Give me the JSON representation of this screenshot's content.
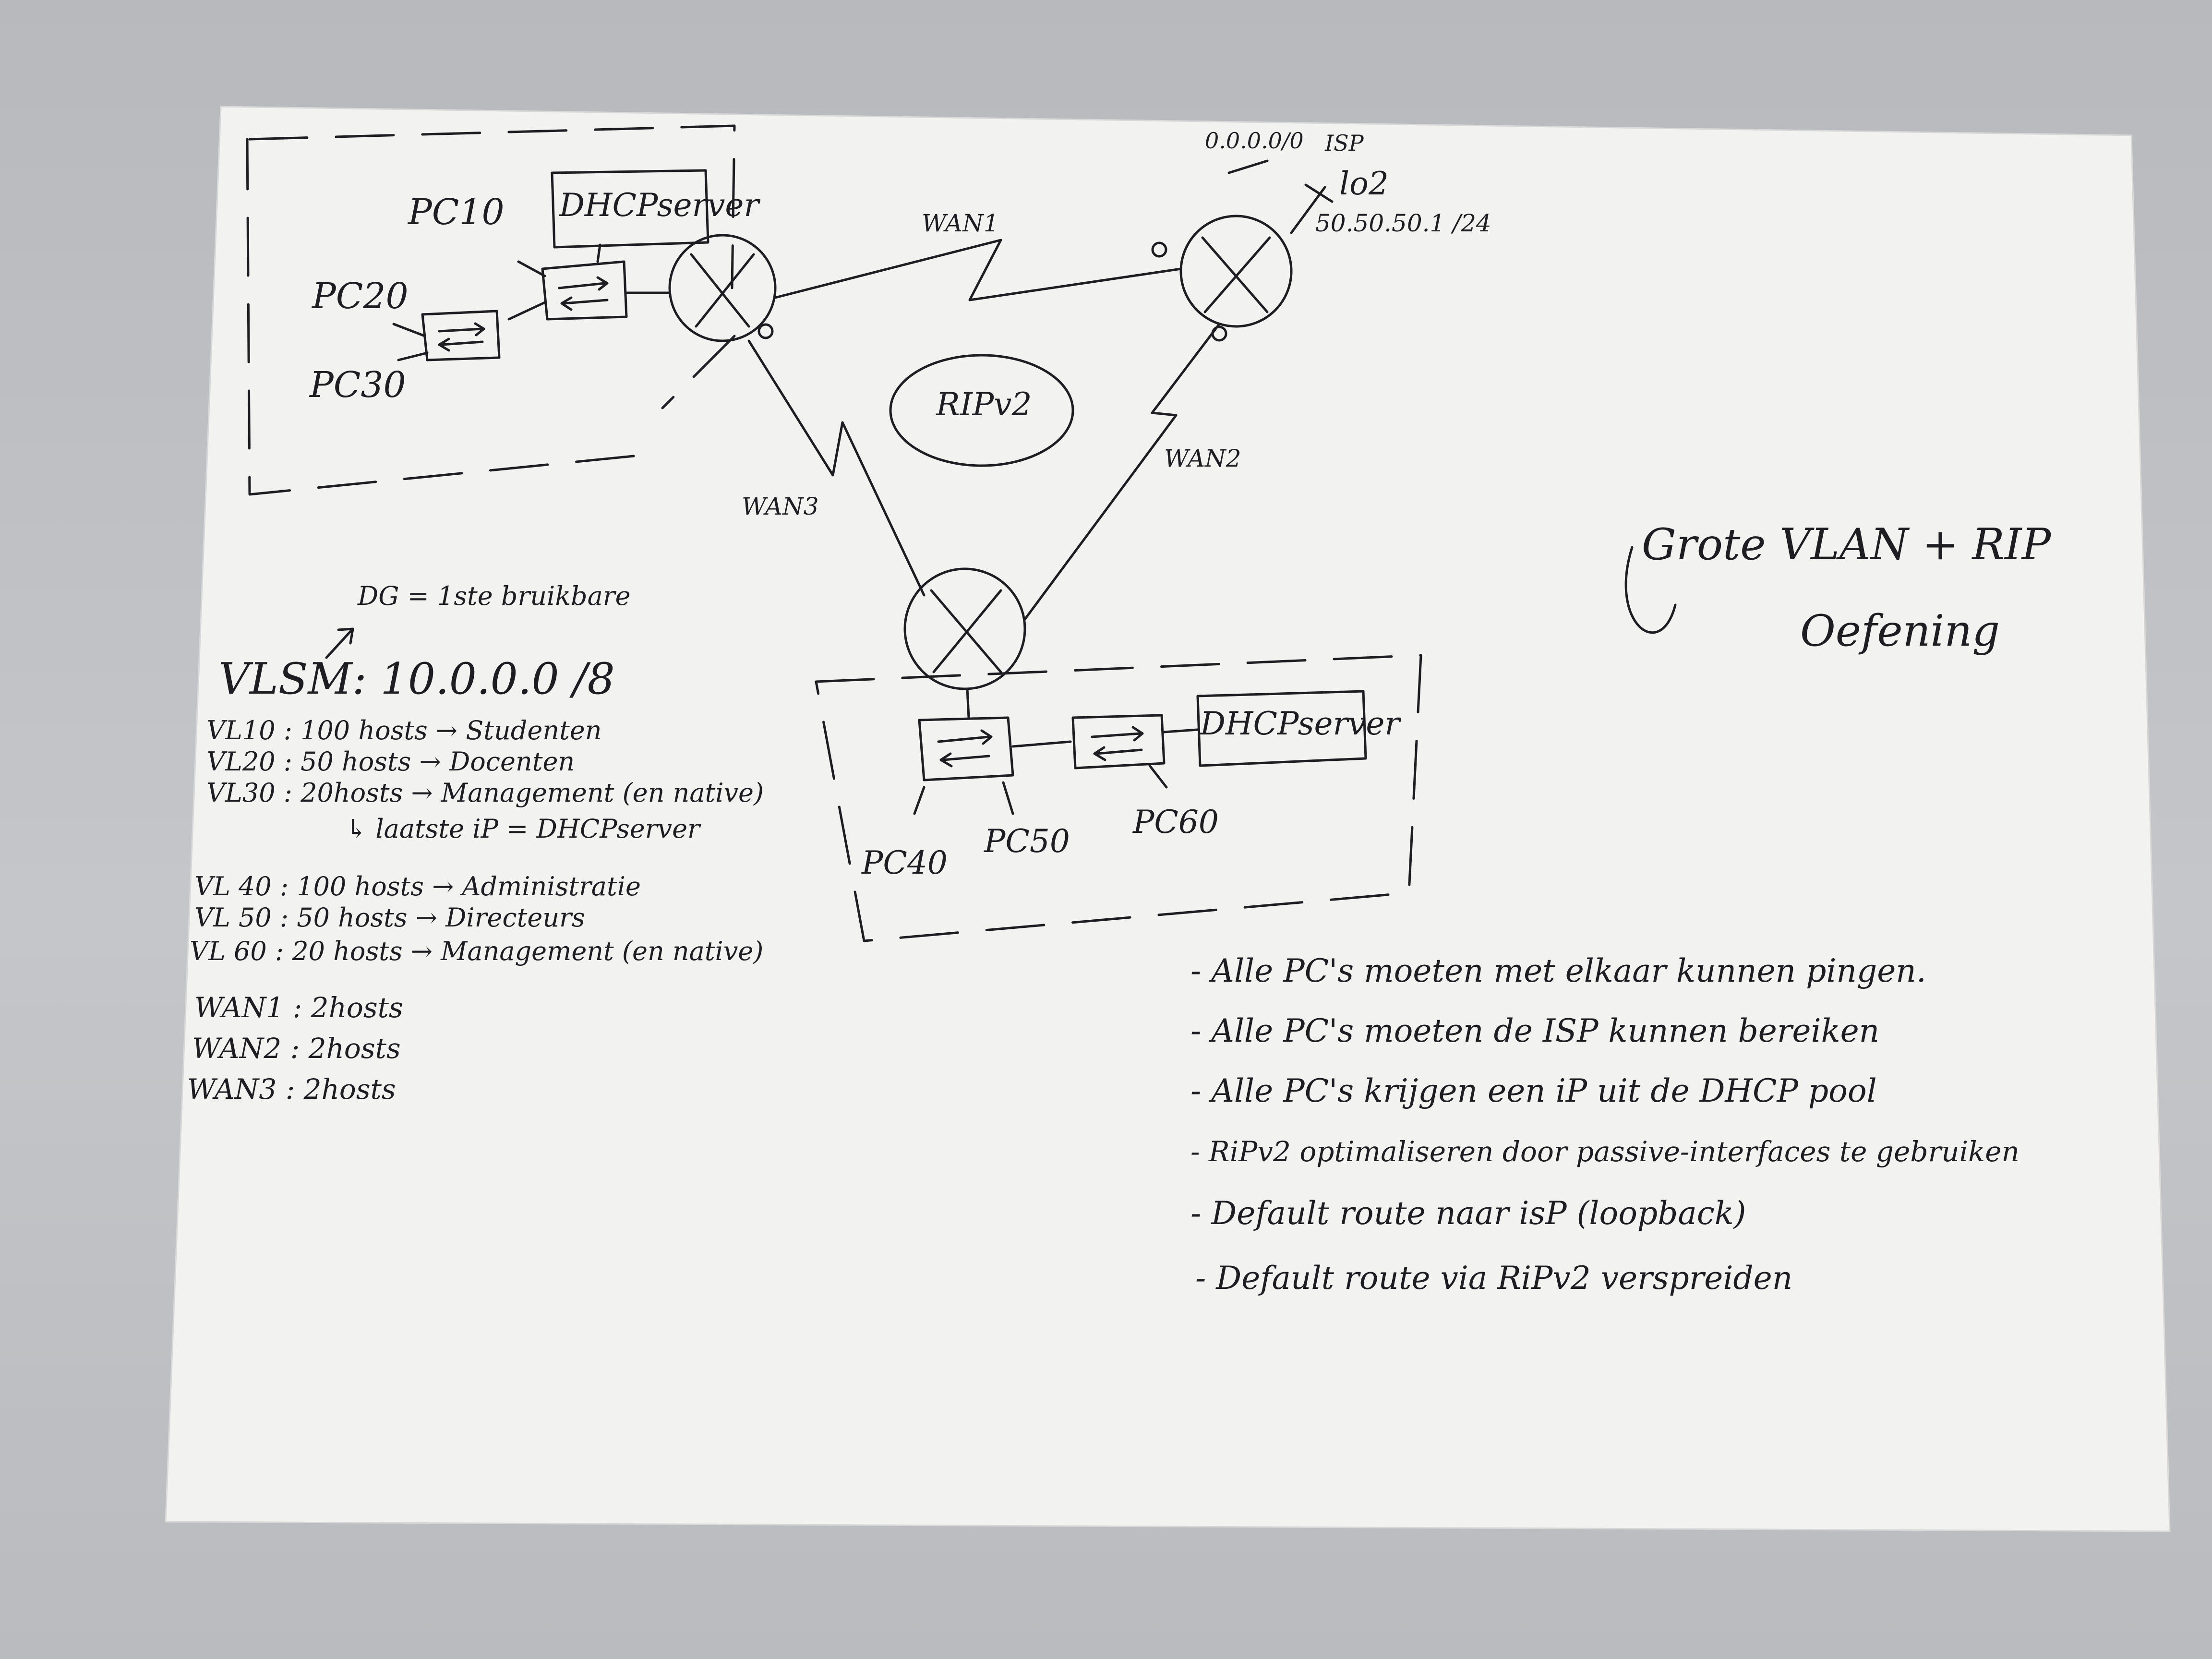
{
  "diagram": {
    "top_left_site": {
      "pc10": "PC10",
      "pc20": "PC20",
      "pc30": "PC30",
      "dhcp_server": "DHCPserver"
    },
    "links": {
      "wan1": "WAN1",
      "wan2": "WAN2",
      "wan3": "WAN3"
    },
    "protocol": "RIPv2",
    "isp": {
      "label": "ISP",
      "loopback": "lo2",
      "default_route": "0.0.0.0/0",
      "address": "50.50.50.1 /24"
    },
    "bottom_site": {
      "pc40": "PC40",
      "pc50": "PC50",
      "pc60": "PC60",
      "dhcp_server": "DHCPserver"
    }
  },
  "title": {
    "line1": "Grote VLAN + RIP",
    "line2": "Oefening"
  },
  "vlsm": {
    "dg_note": "DG = 1ste bruikbare",
    "header": "VLSM: 10.0.0.0 /8",
    "rows": [
      "VL10 : 100 hosts → Studenten",
      "VL20 : 50 hosts → Docenten",
      "VL30 : 20hosts → Management (en native)",
      "↳ laatste iP = DHCPserver",
      "VL 40 : 100 hosts → Administratie",
      "VL 50 : 50 hosts → Directeurs",
      "VL 60 : 20 hosts → Management (en native)"
    ],
    "wan_rows": [
      "WAN1 : 2hosts",
      "WAN2 : 2hosts",
      "WAN3 : 2hosts"
    ]
  },
  "requirements": [
    "- Alle PC's moeten met elkaar kunnen pingen.",
    "- Alle PC's moeten de ISP kunnen bereiken",
    "- Alle PC's krijgen een iP uit de DHCP pool",
    "- RiPv2 optimaliseren door passive-interfaces te gebruiken",
    "- Default route naar isP (loopback)",
    "- Default route via RiPv2 verspreiden"
  ],
  "colors": {
    "ink": "#1d1d22",
    "paper": "#f3f3f3",
    "background": "#bfc1c4"
  }
}
